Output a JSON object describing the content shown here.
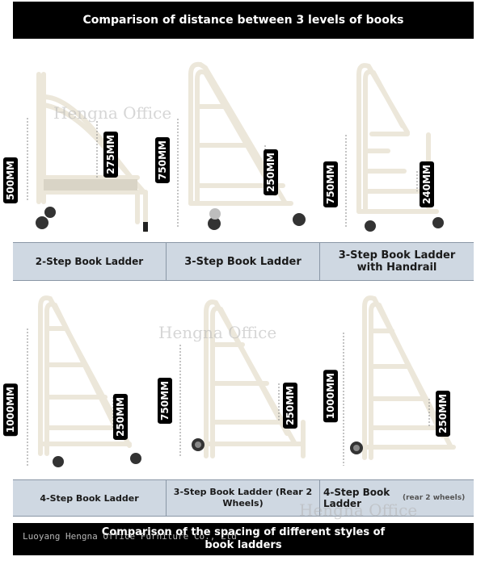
{
  "header": {
    "title": "Comparison of distance between 3 levels of books"
  },
  "ladders_top": [
    {
      "height_label": "500MM",
      "step_label": "275MM"
    },
    {
      "height_label": "750MM",
      "step_label": "250MM"
    },
    {
      "height_label": "750MM",
      "step_label": "240MM"
    }
  ],
  "labels_top": [
    "2-Step Book Ladder",
    "3-Step Book Ladder",
    "3-Step Book Ladder with Handrail"
  ],
  "ladders_bottom": [
    {
      "height_label": "1000MM",
      "step_label": "250MM"
    },
    {
      "height_label": "750MM",
      "step_label": "250MM"
    },
    {
      "height_label": "1000MM",
      "step_label": "250MM"
    }
  ],
  "labels_bottom": {
    "cell1": "4-Step Book Ladder",
    "cell2_line1": "3-Step Book Ladder (Rear 2",
    "cell2_line2": "Wheels)",
    "cell3_main": "4-Step Book Ladder",
    "cell3_note": "(rear 2 wheels)"
  },
  "footer": {
    "line1": "Comparison of the spacing of different styles of",
    "line2": "book ladders"
  },
  "watermarks": {
    "brand": "Hengna Office",
    "company": "Luoyang Hengna Office Furniture Co., Ltd"
  }
}
